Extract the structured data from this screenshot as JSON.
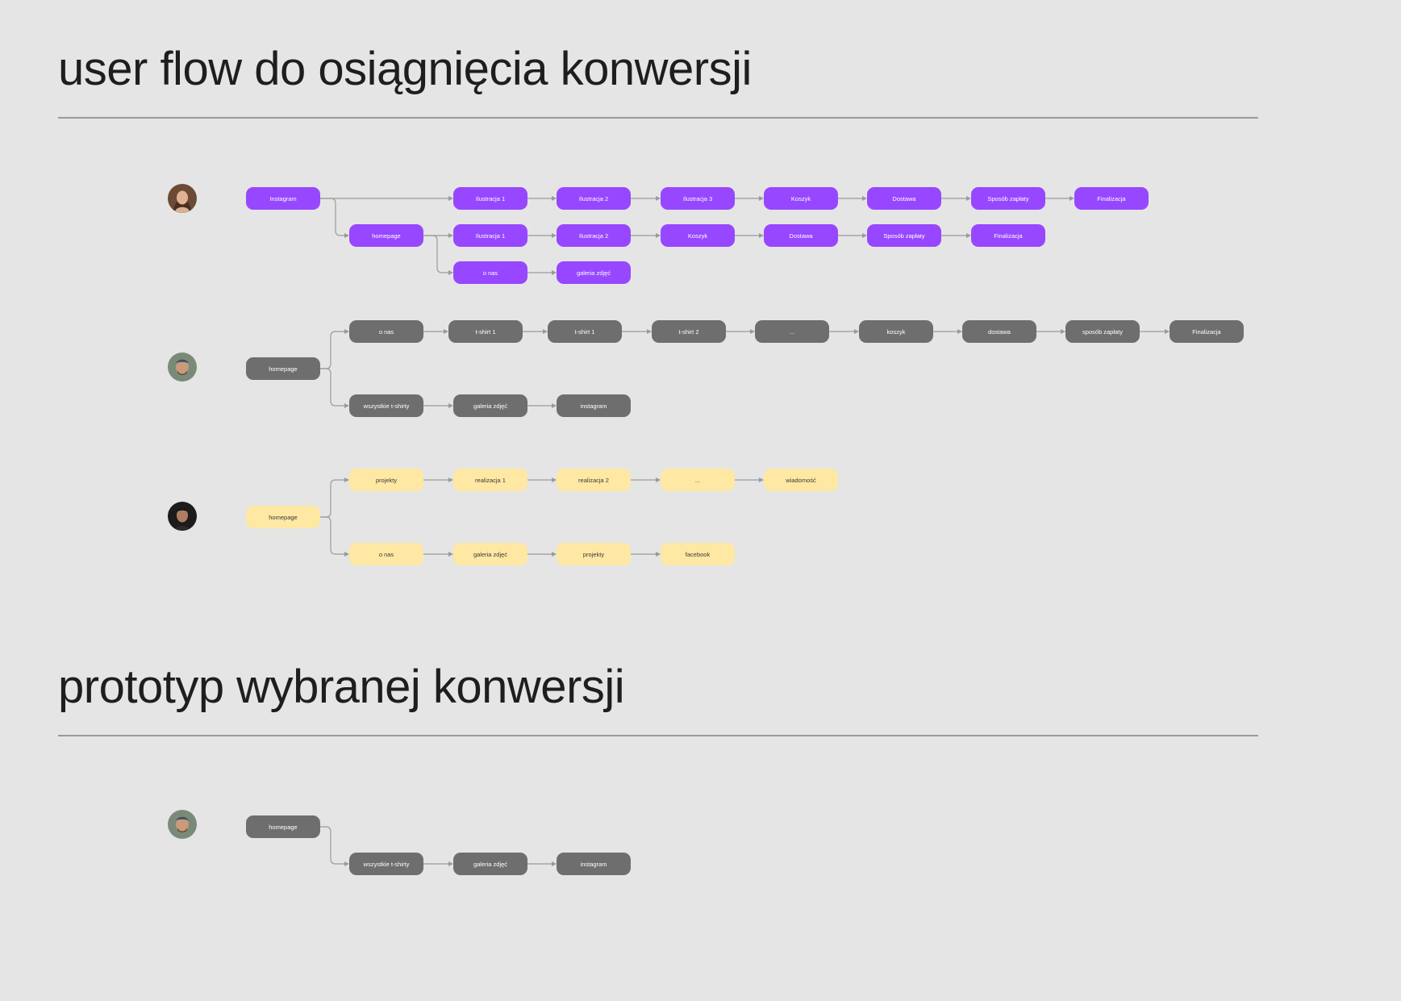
{
  "sections": [
    {
      "title": "user flow do osiągnięcia konwersji"
    },
    {
      "title": "prototyp wybranej konwersji"
    }
  ],
  "colors": {
    "purple": "#9747ff",
    "gray": "#6e6e6e",
    "yellow": "#ffe8a3",
    "connector": "#9a9a9a",
    "background": "#e5e5e5"
  },
  "icons": {
    "user_avatar": "user-avatar-icon",
    "arrow": "arrow-right-icon"
  },
  "flows": [
    {
      "persona": "persona-1",
      "color": "purple",
      "start": "Instagram",
      "branches": [
        [
          "Ilustracja 1",
          "Ilustracja 2",
          "Ilustracja 3",
          "Koszyk",
          "Dostawa",
          "Sposób zapłaty",
          "Finalizacja"
        ],
        [
          "homepage",
          "Ilustracja 1",
          "Ilustracja 2",
          "Koszyk",
          "Dostawa",
          "Sposób zapłaty",
          "Finalizacja"
        ],
        [
          "o nas",
          "galeria zdjęć"
        ]
      ]
    },
    {
      "persona": "persona-2",
      "color": "gray",
      "start": "homepage",
      "branches": [
        [
          "o nas",
          "t-shirt 1",
          "t-shirt 1",
          "t-shirt 2",
          "...",
          "koszyk",
          "dostawa",
          "sposób zapłaty",
          "Finalizacja"
        ],
        [
          "wszystkie t-shirty",
          "galeria zdjęć",
          "instagram"
        ]
      ]
    },
    {
      "persona": "persona-3",
      "color": "yellow",
      "start": "homepage",
      "branches": [
        [
          "projekty",
          "realizacja 1",
          "realizacja 2",
          "...",
          "wiadomość"
        ],
        [
          "o nas",
          "galeria zdjęć",
          "projekty",
          "facebook"
        ]
      ]
    },
    {
      "persona": "persona-2",
      "color": "gray",
      "start": "homepage",
      "branches": [
        [
          "wszystkie t-shirty",
          "galeria zdjęć",
          "instagram"
        ]
      ]
    }
  ]
}
